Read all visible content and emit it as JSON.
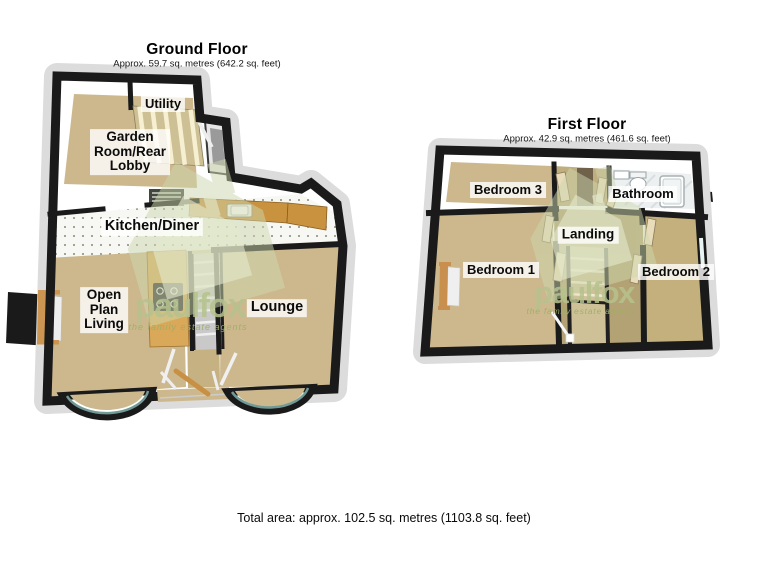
{
  "ground_floor": {
    "title": "Ground Floor",
    "subtitle": "Approx. 59.7 sq. metres (642.2 sq. feet)",
    "rooms": {
      "utility": "Utility",
      "garden_room": "Garden\nRoom/Rear\nLobby",
      "kitchen_diner": "Kitchen/Diner",
      "open_plan_living": "Open\nPlan\nLiving",
      "lounge": "Lounge"
    }
  },
  "first_floor": {
    "title": "First Floor",
    "subtitle": "Approx. 42.9 sq. metres (461.6 sq. feet)",
    "rooms": {
      "bedroom3": "Bedroom 3",
      "bathroom": "Bathroom",
      "landing": "Landing",
      "bedroom1": "Bedroom 1",
      "bedroom2": "Bedroom 2"
    }
  },
  "footer": {
    "total_area": "Total area: approx. 102.5 sq. metres (1103.8 sq. feet)"
  },
  "watermark": {
    "brand": "paulfox",
    "tagline": "the family estate agents"
  },
  "colors": {
    "wall": "#1a1a1a",
    "floor_tan": "#cdb88e",
    "landing_floor": "#b3a273",
    "kitchen_floor": "#f7f7f3",
    "counter_wood": "#c9923f",
    "watermark_green": "#b6c28e",
    "bay_glass": "#6f9a96"
  }
}
